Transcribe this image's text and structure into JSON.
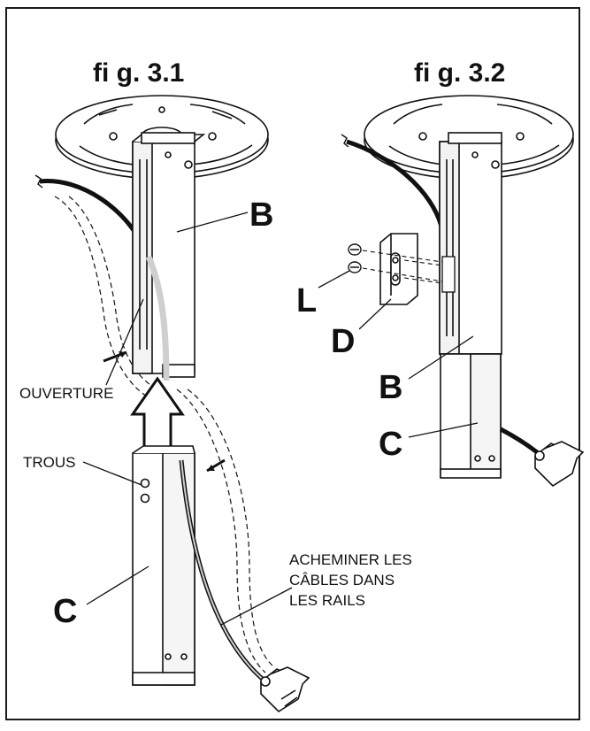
{
  "figures": [
    {
      "title": "fi g. 3.1"
    },
    {
      "title": "fi g. 3.2"
    }
  ],
  "labels": {
    "b_fig1": "B",
    "c_fig1": "C",
    "ouverture": "OUVERTURE",
    "trous": "TROUS",
    "cables_line1": "ACHEMINER LES",
    "cables_line2": "CÂBLES DANS",
    "cables_line3": "LES RAILS",
    "l_fig2": "L",
    "d_fig2": "D",
    "b_fig2": "B",
    "c_fig2": "C"
  },
  "icons": [
    "ceiling-plate-icon",
    "up-arrow-icon",
    "cable-icon",
    "connector-plug-icon",
    "screw-icon",
    "bracket-icon"
  ],
  "colors": {
    "line": "#111111",
    "cable": "#1a1a1a",
    "fill": "#ffffff",
    "shade": "#cfcfcf"
  }
}
